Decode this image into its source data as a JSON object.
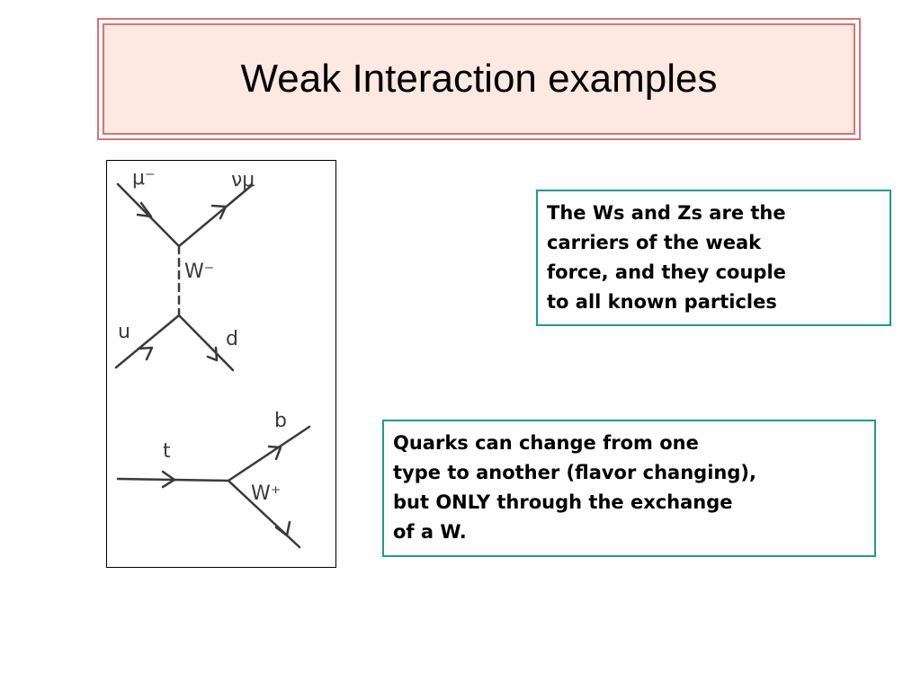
{
  "slide": {
    "title": "Weak Interaction examples"
  },
  "diagram": {
    "labels": {
      "muon": "μ⁻",
      "muon_neutrino": "νμ",
      "w_minus": "W⁻",
      "up_quark": "u",
      "down_quark": "d",
      "top_quark": "t",
      "bottom_quark": "b",
      "w_plus": "W⁺"
    }
  },
  "notes": {
    "carriers": {
      "lines": [
        "The Ws and Zs are the",
        "carriers of the weak",
        "force, and they couple",
        "to all known particles"
      ]
    },
    "flavor": {
      "lines": [
        "Quarks can change from one",
        "type to another (flavor changing),",
        "but ONLY through the exchange",
        "of a W."
      ]
    }
  },
  "colors": {
    "title_border": "#e07070",
    "title_fill": "#fde9e1",
    "note_border": "#1f9a92",
    "ink": "#3a3a3a"
  }
}
